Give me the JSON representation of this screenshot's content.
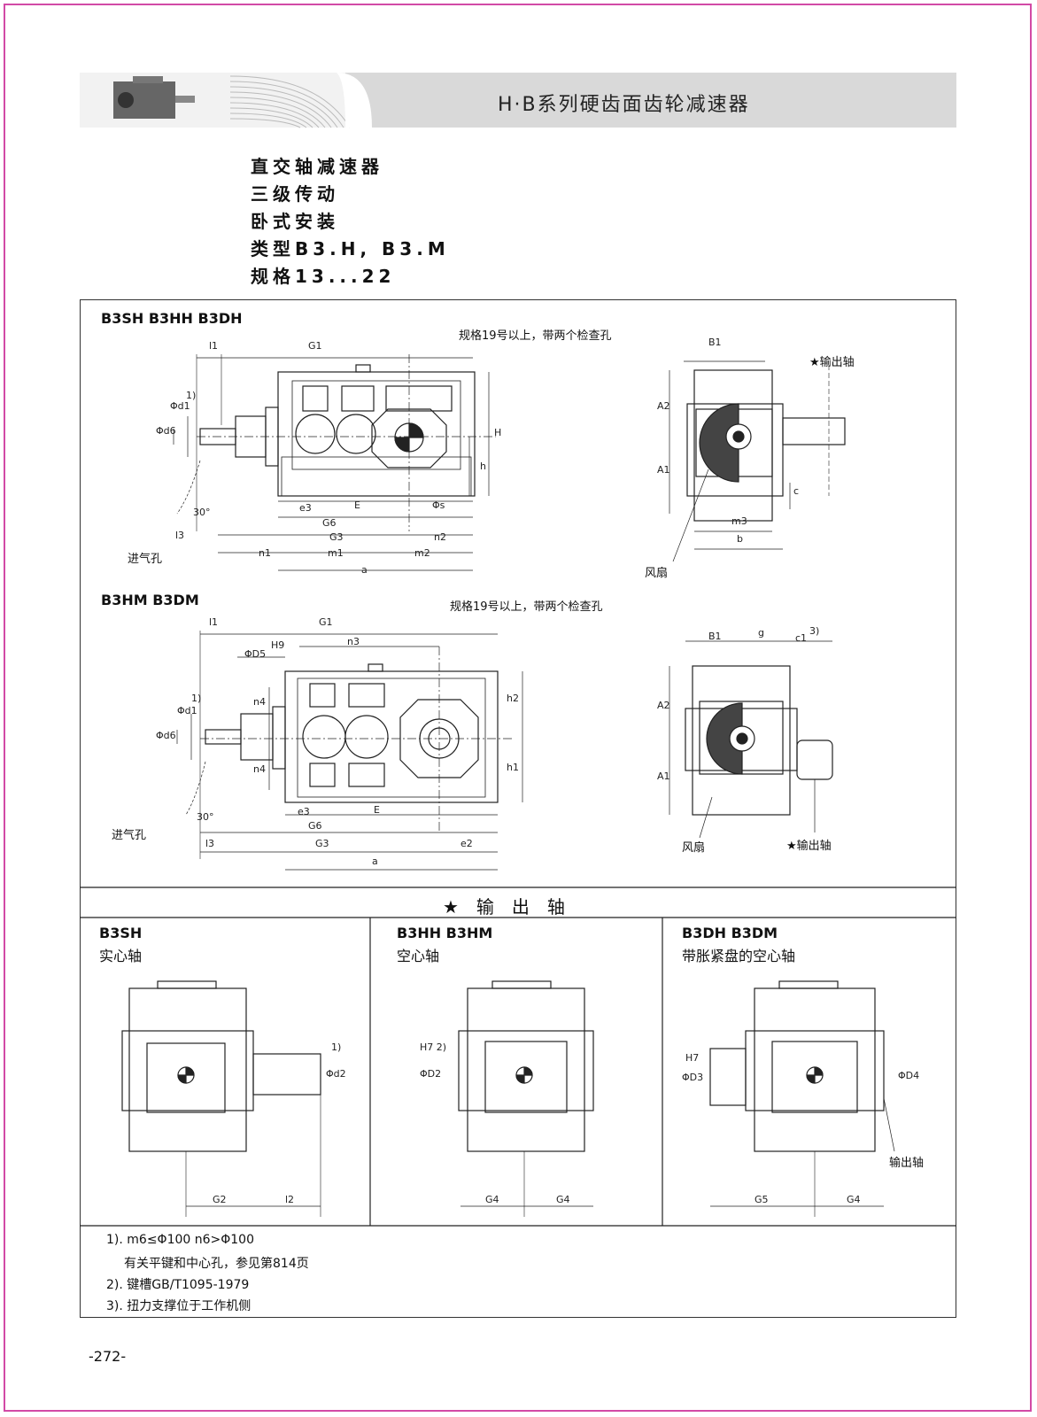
{
  "header": {
    "title": "H·B系列硬齿面齿轮减速器"
  },
  "subtitles": [
    "直交轴减速器",
    "三级传动",
    "卧式安装",
    "类型B3.H, B3.M",
    "规格13...22"
  ],
  "diagram1": {
    "title": "B3SH B3HH B3DH",
    "note": "规格19号以上，带两个检查孔",
    "labels": {
      "l1": "l1",
      "G1": "G1",
      "phi_d1": "Φd1",
      "phi_d1_sup": "1)",
      "phi_d6": "Φd6",
      "H": "H",
      "h": "h",
      "e3": "e3",
      "E": "E",
      "phi_s": "Φs",
      "G6": "G6",
      "G3": "G3",
      "n2": "n2",
      "l3": "l3",
      "n1": "n1",
      "m1": "m1",
      "m2": "m2",
      "a": "a",
      "angle": "30°",
      "inlet": "进气孔"
    },
    "side": {
      "B1": "B1",
      "A2": "A2",
      "A1": "A1",
      "c": "c",
      "m3": "m3",
      "b": "b",
      "fan": "风扇",
      "output_shaft": "★输出轴"
    }
  },
  "diagram2": {
    "title": "B3HM B3DM",
    "note": "规格19号以上，带两个检查孔",
    "labels": {
      "l1": "l1",
      "G1": "G1",
      "phi_D5": "ΦD5",
      "H9": "H9",
      "n3": "n3",
      "n4a": "n4",
      "n4b": "n4",
      "phi_d1": "Φd1",
      "phi_d1_sup": "1)",
      "phi_d6": "Φd6",
      "h2": "h2",
      "h1": "h1",
      "e3": "e3",
      "E": "E",
      "G6": "G6",
      "G3": "G3",
      "e2": "e2",
      "l3": "l3",
      "a": "a",
      "angle": "30°",
      "inlet": "进气孔"
    },
    "side": {
      "B1": "B1",
      "g": "g",
      "c1": "c1",
      "c1_sup": "3)",
      "A2": "A2",
      "A1": "A1",
      "fan": "风扇",
      "output_shaft": "★输出轴"
    }
  },
  "output_section": {
    "title": "★　输　出　轴",
    "columns": [
      {
        "title": "B3SH",
        "subtitle": "实心轴",
        "dims": [
          "G2",
          "l2"
        ],
        "shaft_label": "Φd2",
        "shaft_sup": "1)"
      },
      {
        "title": "B3HH B3HM",
        "subtitle": "空心轴",
        "dims": [
          "G4",
          "G4"
        ],
        "shaft_label": "ΦD2",
        "shaft_sup": "H7 2)"
      },
      {
        "title": "B3DH B3DM",
        "subtitle": "带胀紧盘的空心轴",
        "dims": [
          "G5",
          "G4"
        ],
        "shaft_label": "ΦD3",
        "shaft_sup": "H7",
        "shaft_label2": "ΦD4",
        "output": "输出轴"
      }
    ]
  },
  "notes": [
    "1). m6≤Φ100  n6>Φ100",
    "有关平键和中心孔，参见第814页",
    "2). 键槽GB/T1095-1979",
    "3). 扭力支撑位于工作机侧"
  ],
  "page_number": "-272-",
  "colors": {
    "border": "#d24aa6",
    "header_bg": "#d9d9d9",
    "line": "#222222"
  }
}
